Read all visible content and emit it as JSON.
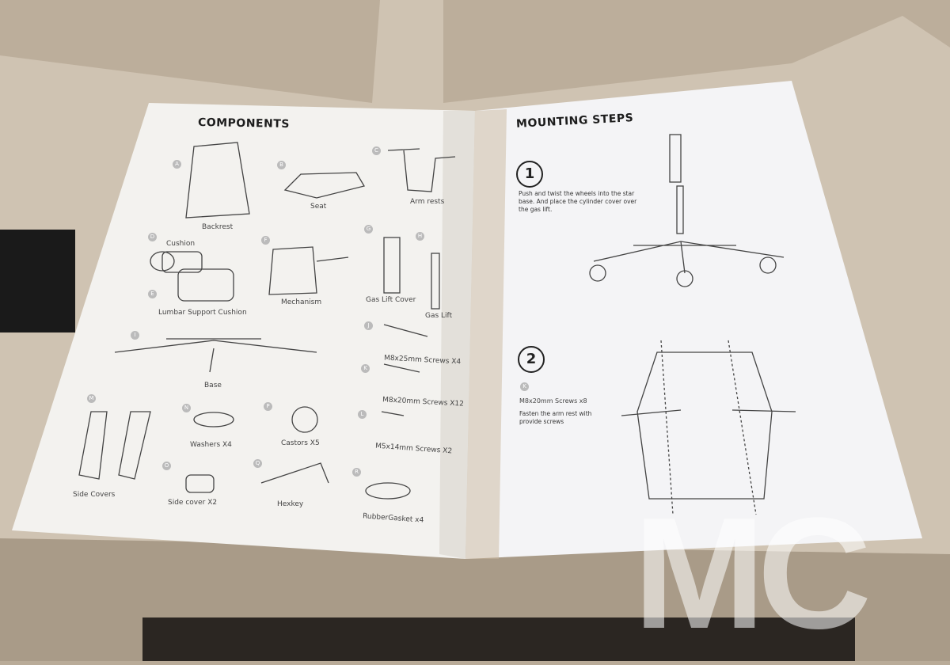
{
  "left_page": {
    "title": "COMPONENTS",
    "items": [
      {
        "letter": "A",
        "label": "Backrest"
      },
      {
        "letter": "B",
        "label": "Seat"
      },
      {
        "letter": "C",
        "label": "Arm rests"
      },
      {
        "letter": "D",
        "label": "Cushion"
      },
      {
        "letter": "E",
        "label": "Lumbar Support Cushion"
      },
      {
        "letter": "F",
        "label": "Mechanism"
      },
      {
        "letter": "G",
        "label": "Gas Lift Cover"
      },
      {
        "letter": "H",
        "label": "Gas Lift"
      },
      {
        "letter": "I",
        "label": "Base"
      },
      {
        "letter": "J",
        "label": "M8x25mm Screws X4"
      },
      {
        "letter": "K",
        "label": "M8x20mm Screws X12"
      },
      {
        "letter": "L",
        "label": "M5x14mm Screws X2"
      },
      {
        "letter": "M",
        "label": "Side Covers"
      },
      {
        "letter": "N",
        "label": "Washers X4"
      },
      {
        "letter": "P",
        "label": "Castors X5"
      },
      {
        "letter": "O",
        "label": "Side cover X2"
      },
      {
        "letter": "Q",
        "label": "Hexkey"
      },
      {
        "letter": "R",
        "label": "RubberGasket x4"
      }
    ]
  },
  "right_page": {
    "title": "MOUNTING STEPS",
    "steps": [
      {
        "number": "1",
        "text": "Push and twist the wheels into the star base. And place the cylinder cover over the gas lift."
      },
      {
        "number": "2",
        "part": "M8x20mm Screws x8",
        "part_letter": "K",
        "text": "Fasten the arm rest with provide screws"
      }
    ]
  },
  "watermark": "MC"
}
